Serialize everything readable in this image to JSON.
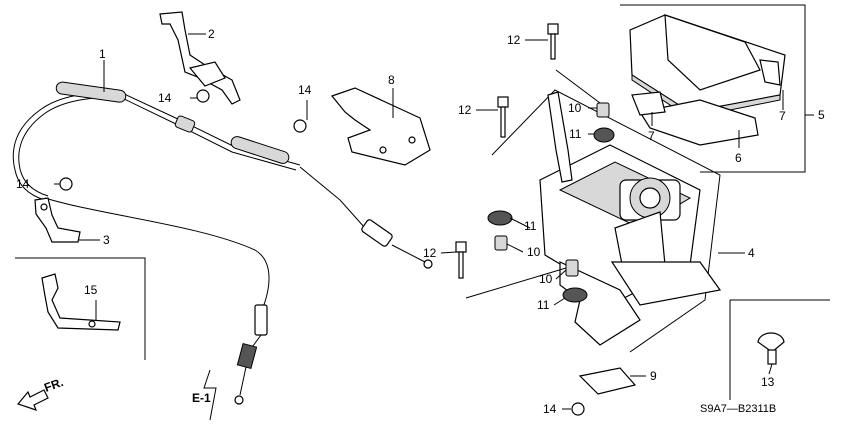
{
  "diagram": {
    "code": "S9A7—B2311B",
    "direction_label": "FR.",
    "ref_label": "E-1",
    "callouts": [
      {
        "id": "c1",
        "label": "1"
      },
      {
        "id": "c2",
        "label": "2"
      },
      {
        "id": "c3",
        "label": "3"
      },
      {
        "id": "c4",
        "label": "4"
      },
      {
        "id": "c5",
        "label": "5"
      },
      {
        "id": "c6",
        "label": "6"
      },
      {
        "id": "c7a",
        "label": "7"
      },
      {
        "id": "c7b",
        "label": "7"
      },
      {
        "id": "c8",
        "label": "8"
      },
      {
        "id": "c9",
        "label": "9"
      },
      {
        "id": "c10a",
        "label": "10"
      },
      {
        "id": "c10b",
        "label": "10"
      },
      {
        "id": "c10c",
        "label": "10"
      },
      {
        "id": "c11a",
        "label": "11"
      },
      {
        "id": "c11b",
        "label": "11"
      },
      {
        "id": "c11c",
        "label": "11"
      },
      {
        "id": "c12a",
        "label": "12"
      },
      {
        "id": "c12b",
        "label": "12"
      },
      {
        "id": "c12c",
        "label": "12"
      },
      {
        "id": "c13",
        "label": "13"
      },
      {
        "id": "c14a",
        "label": "14"
      },
      {
        "id": "c14b",
        "label": "14"
      },
      {
        "id": "c14c",
        "label": "14"
      },
      {
        "id": "c14d",
        "label": "14"
      },
      {
        "id": "c15",
        "label": "15"
      }
    ]
  }
}
